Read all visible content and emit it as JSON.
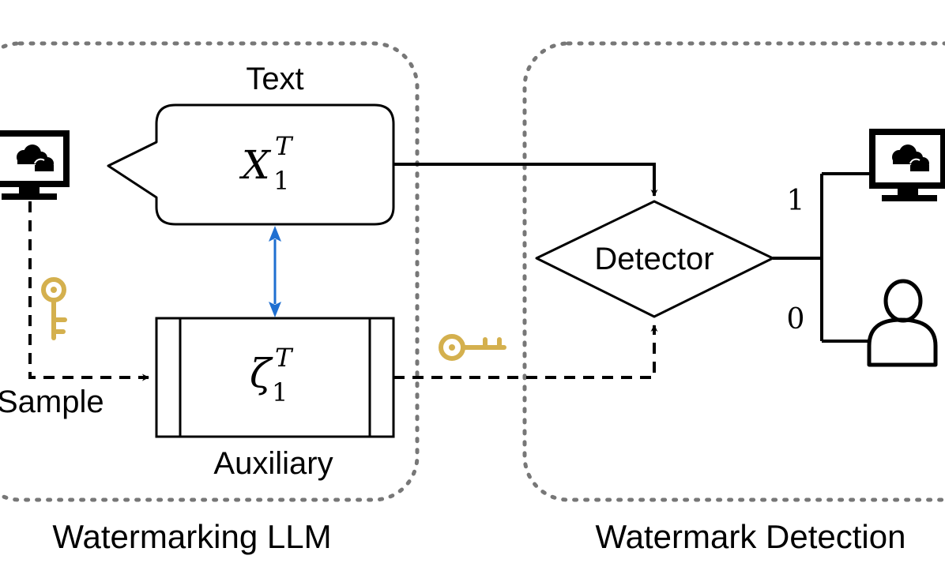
{
  "groups": {
    "left_label": "Watermarking LLM",
    "right_label": "Watermark Detection"
  },
  "nodes": {
    "text_label": "Text",
    "text_math": {
      "base": "X",
      "sub": "1",
      "sup": "T"
    },
    "aux_label": "Auxiliary",
    "aux_math": {
      "base": "ζ",
      "sub": "1",
      "sup": "T"
    },
    "sample_label": "Sample",
    "detector_label": "Detector",
    "output_one": "1",
    "output_zero": "0"
  },
  "icons": {
    "source": "monitor-cloud-icon",
    "key_vertical": "key-icon",
    "key_horizontal": "key-icon",
    "result_machine": "monitor-cloud-icon",
    "result_human": "person-icon"
  },
  "colors": {
    "key": "#d4b04e",
    "bidirectional_arrow": "#1f6fd1",
    "group_border": "#777777",
    "stroke": "#000000"
  }
}
